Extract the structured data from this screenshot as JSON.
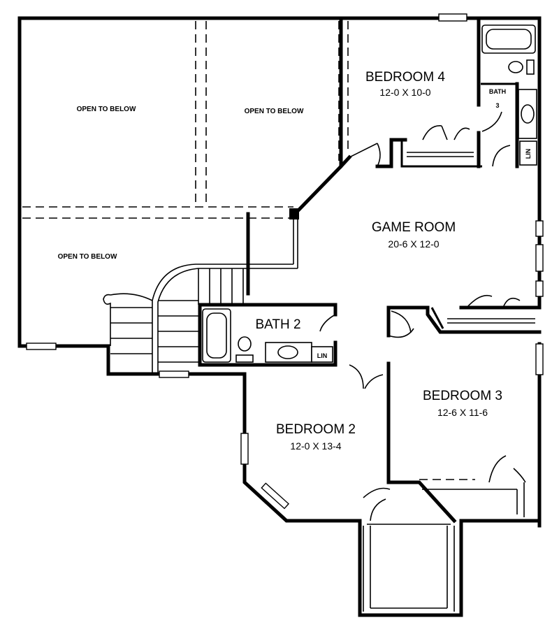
{
  "rooms": {
    "bedroom4": {
      "name": "BEDROOM 4",
      "dims": "12-0 X 10-0"
    },
    "bath3": {
      "name": "BATH",
      "number": "3",
      "linen": "LIN"
    },
    "game_room": {
      "name": "GAME ROOM",
      "dims": "20-6 X 12-0"
    },
    "bath2": {
      "name": "BATH 2",
      "linen": "LIN"
    },
    "bedroom3": {
      "name": "BEDROOM 3",
      "dims": "12-6 X 11-6"
    },
    "bedroom2": {
      "name": "BEDROOM 2",
      "dims": "12-0 X 13-4"
    }
  },
  "open_areas": {
    "top_left": "OPEN TO BELOW",
    "top_mid": "OPEN TO BELOW",
    "lower_left": "OPEN TO BELOW"
  },
  "colors": {
    "ink": "#000000",
    "paper": "#ffffff"
  }
}
